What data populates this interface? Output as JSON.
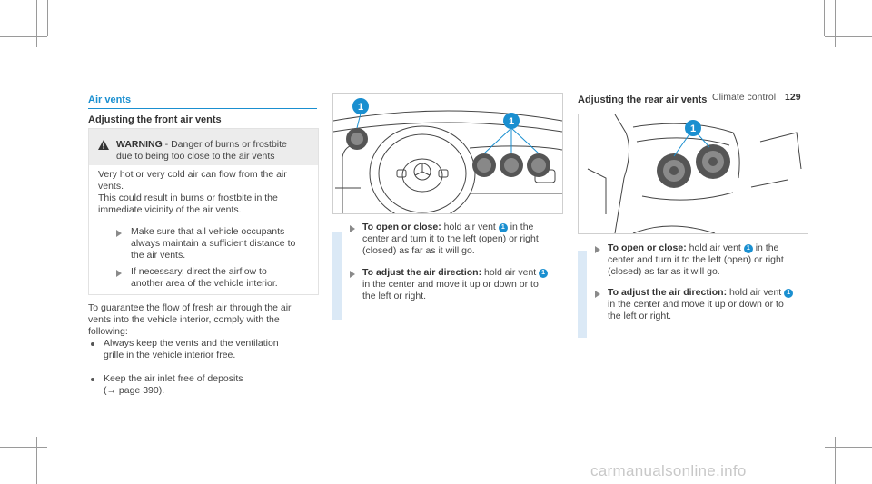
{
  "header": {
    "section": "Climate control",
    "page": "129"
  },
  "column1": {
    "section_title": "Air vents",
    "subtitle": "Adjusting the front air vents",
    "warning": {
      "label": "WARNING",
      "title_line1": " - Danger of burns or frostbite",
      "title_line2": "due to being too close to the air vents",
      "body": [
        "Very hot or very cold air can flow from the air",
        "vents.",
        "This could result in burns or frostbite in the",
        "immediate vicinity of the air vents."
      ],
      "step1": [
        "Make sure that all vehicle occupants",
        "always maintain a sufficient distance to",
        "the air vents."
      ],
      "step2": [
        "If necessary, direct the airflow to",
        "another area of the vehicle interior."
      ]
    },
    "intro": [
      "To guarantee the flow of fresh air through the air",
      "vents into the vehicle interior, comply with the",
      "following:"
    ],
    "bullet1": [
      "Always keep the vents and the ventilation",
      "grille in the vehicle interior free."
    ],
    "bullet2_line1": "Keep the air inlet free of deposits",
    "bullet2_line2": "(→ page 390)."
  },
  "column2": {
    "callout": "1",
    "step1": {
      "bold": "To open or close:",
      "line1": " hold air vent ",
      "line1_end": " in the",
      "line2": "center and turn it to the left (open) or right",
      "line3": "(closed) as far as it will go."
    },
    "step2": {
      "bold": "To adjust the air direction:",
      "line1": " hold air vent ",
      "line2": "in the center and move it up or down or to",
      "line3": "the left or right."
    }
  },
  "column3": {
    "subtitle": "Adjusting the rear air vents",
    "callout": "1",
    "step1": {
      "bold": "To open or close:",
      "line1": " hold air vent ",
      "line1_end": " in the",
      "line2": "center and turn it to the left (open) or right",
      "line3": "(closed) as far as it will go."
    },
    "step2": {
      "bold": "To adjust the air direction:",
      "line1": " hold air vent ",
      "line2": "in the center and move it up or down or to",
      "line3": "the left or right."
    }
  },
  "watermark": "carmanualsonline.info",
  "colors": {
    "accent": "#1a8fd0",
    "callout_bar": "#dbe9f6",
    "warning_bg": "#ececec"
  }
}
